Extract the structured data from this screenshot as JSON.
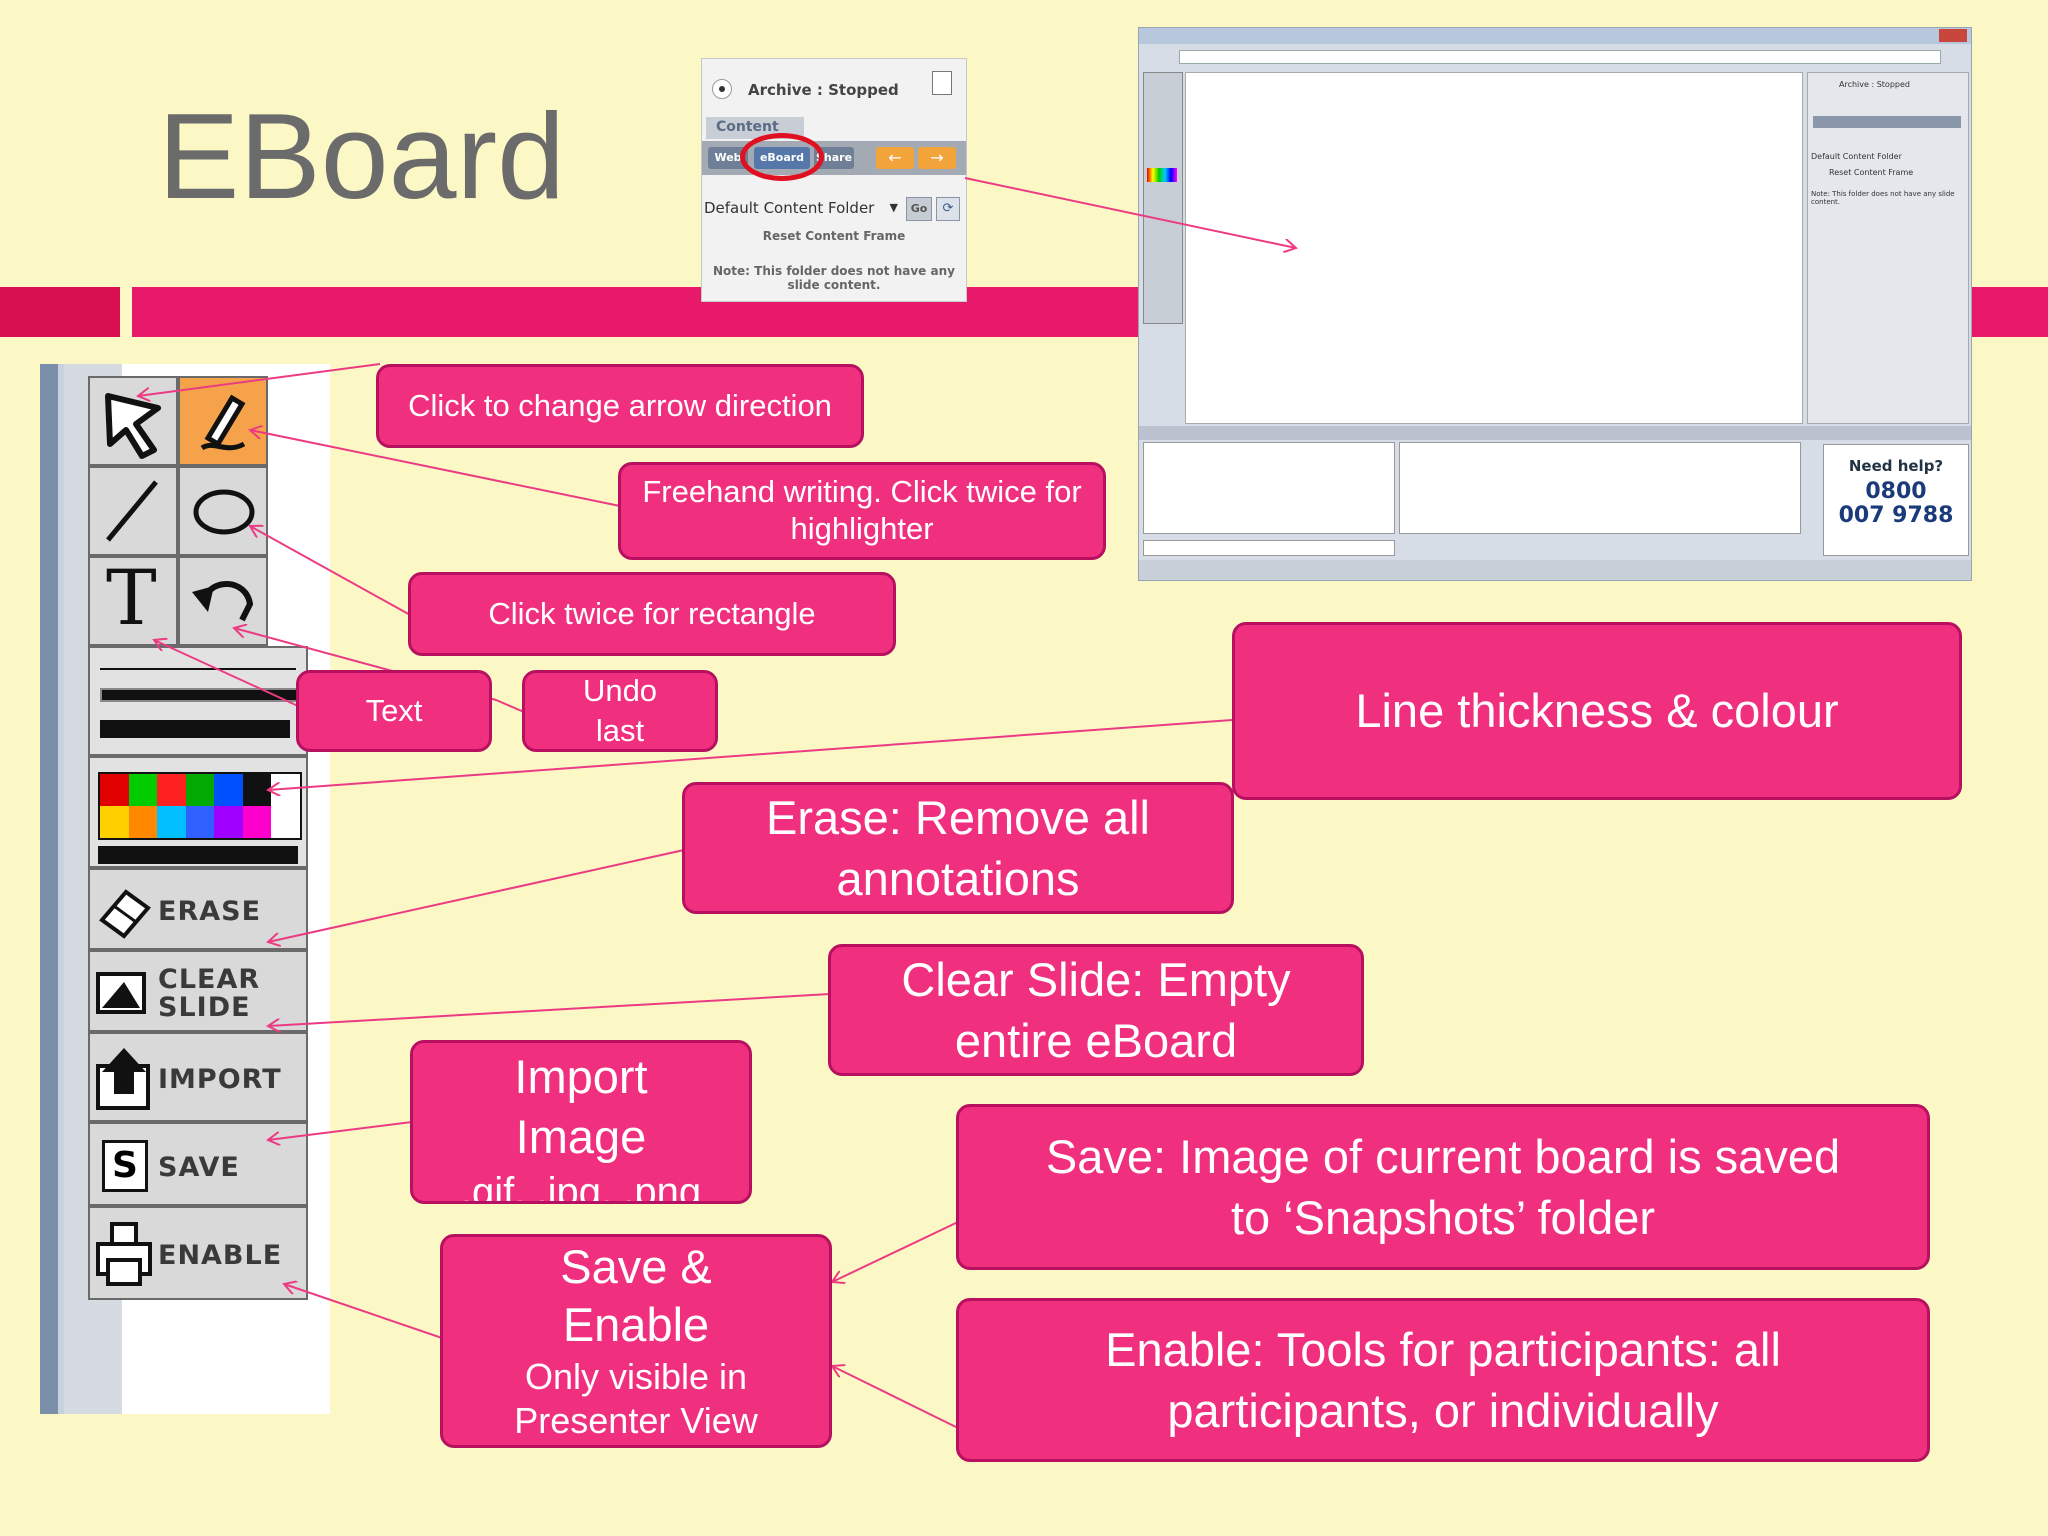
{
  "title": "EBoard",
  "colors": {
    "background": "#fbf8c6",
    "accent": "#e8196b",
    "callout_fill": "#f0307f",
    "callout_border": "#b81060",
    "title_gray": "#6b6b6b"
  },
  "archive_panel": {
    "status": "Archive : Stopped",
    "content_tab": "Content",
    "buttons": [
      "Web",
      "eBoard",
      "Share"
    ],
    "folder_select": "Default Content Folder",
    "go_button": "Go",
    "reset_link": "Reset Content Frame",
    "note": "Note: This folder does not have any slide content."
  },
  "window_screenshot": {
    "help_title": "Need help?",
    "help_phone_1": "0800",
    "help_phone_2": "007 9788",
    "side_status": "Archive : Stopped",
    "side_folder": "Default Content Folder",
    "side_reset": "Reset Content Frame",
    "side_note": "Note: This folder does not have any slide content."
  },
  "toolbar": {
    "erase_label": "ERASE",
    "clear_label_1": "CLEAR",
    "clear_label_2": "SLIDE",
    "import_label": "IMPORT",
    "save_label": "SAVE",
    "enable_label": "ENABLE",
    "text_tool_glyph": "T",
    "save_glyph": "S",
    "icons": [
      "arrow-pointer-icon",
      "pencil-icon",
      "line-icon",
      "ellipse-icon",
      "text-icon",
      "undo-icon",
      "line-thickness-icon",
      "color-palette-icon",
      "eraser-icon",
      "clear-slide-icon",
      "import-icon",
      "save-icon",
      "enable-icon"
    ]
  },
  "callouts": {
    "arrow": "Click to change arrow direction",
    "freehand": "Freehand writing. Click twice for highlighter",
    "rectangle": "Click twice for rectangle",
    "text": "Text",
    "undo_1": "Undo",
    "undo_2": "last",
    "line": "Line thickness & colour",
    "erase_1": "Erase: Remove all",
    "erase_2": "annotations",
    "clear_1": "Clear Slide: Empty",
    "clear_2": "entire eBoard",
    "import_1": "Import",
    "import_2": "Image",
    "import_3": ".gif, .jpg, .png",
    "save_1": "Save: Image of current board is saved",
    "save_2": "to ‘Snapshots’ folder",
    "save_enable_1": "Save &",
    "save_enable_2": "Enable",
    "save_enable_3": "Only visible in",
    "save_enable_4": "Presenter View",
    "enable_1": "Enable: Tools for participants: all",
    "enable_2": "participants, or individually"
  }
}
